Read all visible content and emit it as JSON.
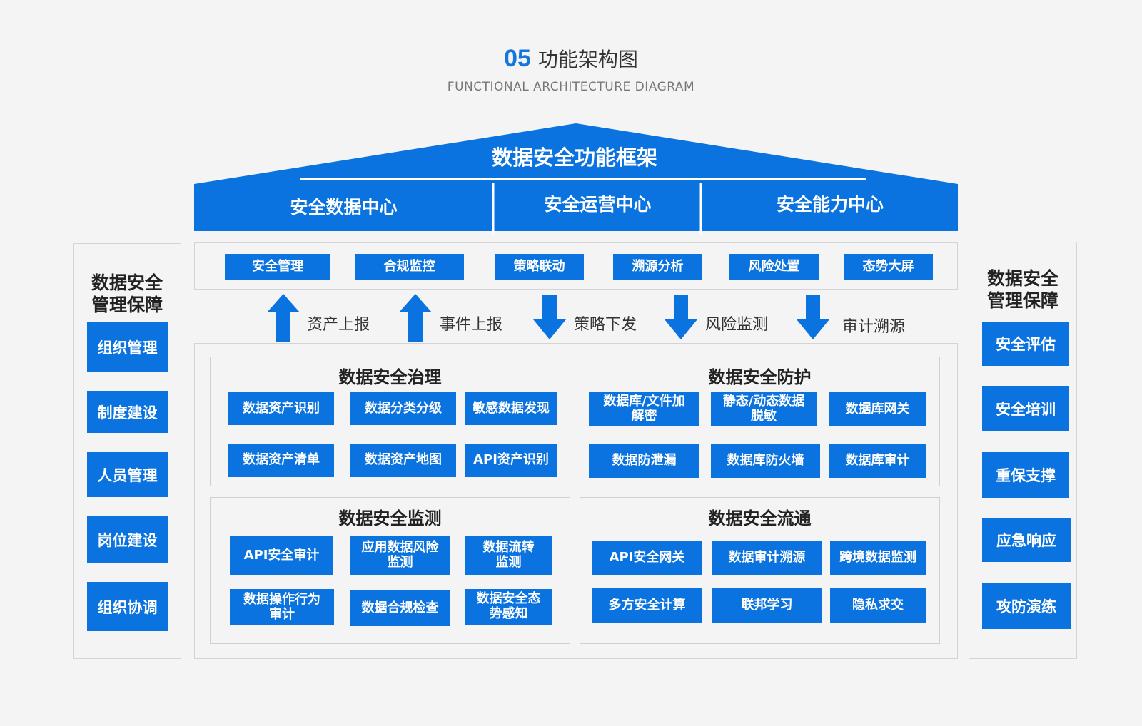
{
  "heading": {
    "number": "05",
    "title": "功能架构图",
    "subtitle": "FUNCTIONAL ARCHITECTURE DIAGRAM"
  },
  "roof": {
    "title": "数据安全功能框架"
  },
  "centers": [
    "安全数据中心",
    "安全运营中心",
    "安全能力中心"
  ],
  "functions": [
    "安全管理",
    "合规监控",
    "策略联动",
    "溯源分析",
    "风险处置",
    "态势大屏"
  ],
  "flows": [
    {
      "dir": "up",
      "label": "资产上报"
    },
    {
      "dir": "up",
      "label": "事件上报"
    },
    {
      "dir": "down",
      "label": "策略下发"
    },
    {
      "dir": "down",
      "label": "风险监测"
    },
    {
      "dir": "down",
      "label": "审计溯源"
    }
  ],
  "sections": [
    {
      "title": "数据安全治理",
      "items": [
        "数据资产识别",
        "数据分类分级",
        "敏感数据发现",
        "数据资产清单",
        "数据资产地图",
        "API资产识别"
      ]
    },
    {
      "title": "数据安全防护",
      "items": [
        "数据库/文件加\n解密",
        "静态/动态数据\n脱敏",
        "数据库网关",
        "数据防泄漏",
        "数据库防火墙",
        "数据库审计"
      ]
    },
    {
      "title": "数据安全监测",
      "items": [
        "API安全审计",
        "应用数据风险\n监测",
        "数据流转\n监测",
        "数据操作行为\n审计",
        "数据合规检查",
        "数据安全态\n势感知"
      ]
    },
    {
      "title": "数据安全流通",
      "items": [
        "API安全网关",
        "数据审计溯源",
        "跨境数据监测",
        "多方安全计算",
        "联邦学习",
        "隐私求交"
      ]
    }
  ],
  "left_side": {
    "title": "数据安全\n管理保障",
    "items": [
      "组织管理",
      "制度建设",
      "人员管理",
      "岗位建设",
      "组织协调"
    ]
  },
  "right_side": {
    "title": "数据安全\n管理保障",
    "items": [
      "安全评估",
      "安全培训",
      "重保支撑",
      "应急响应",
      "攻防演练"
    ]
  },
  "colors": {
    "primary": "#0a73df",
    "accent": "#1577dd",
    "background": "#f4f4f4",
    "border": "#d0d0d0"
  }
}
